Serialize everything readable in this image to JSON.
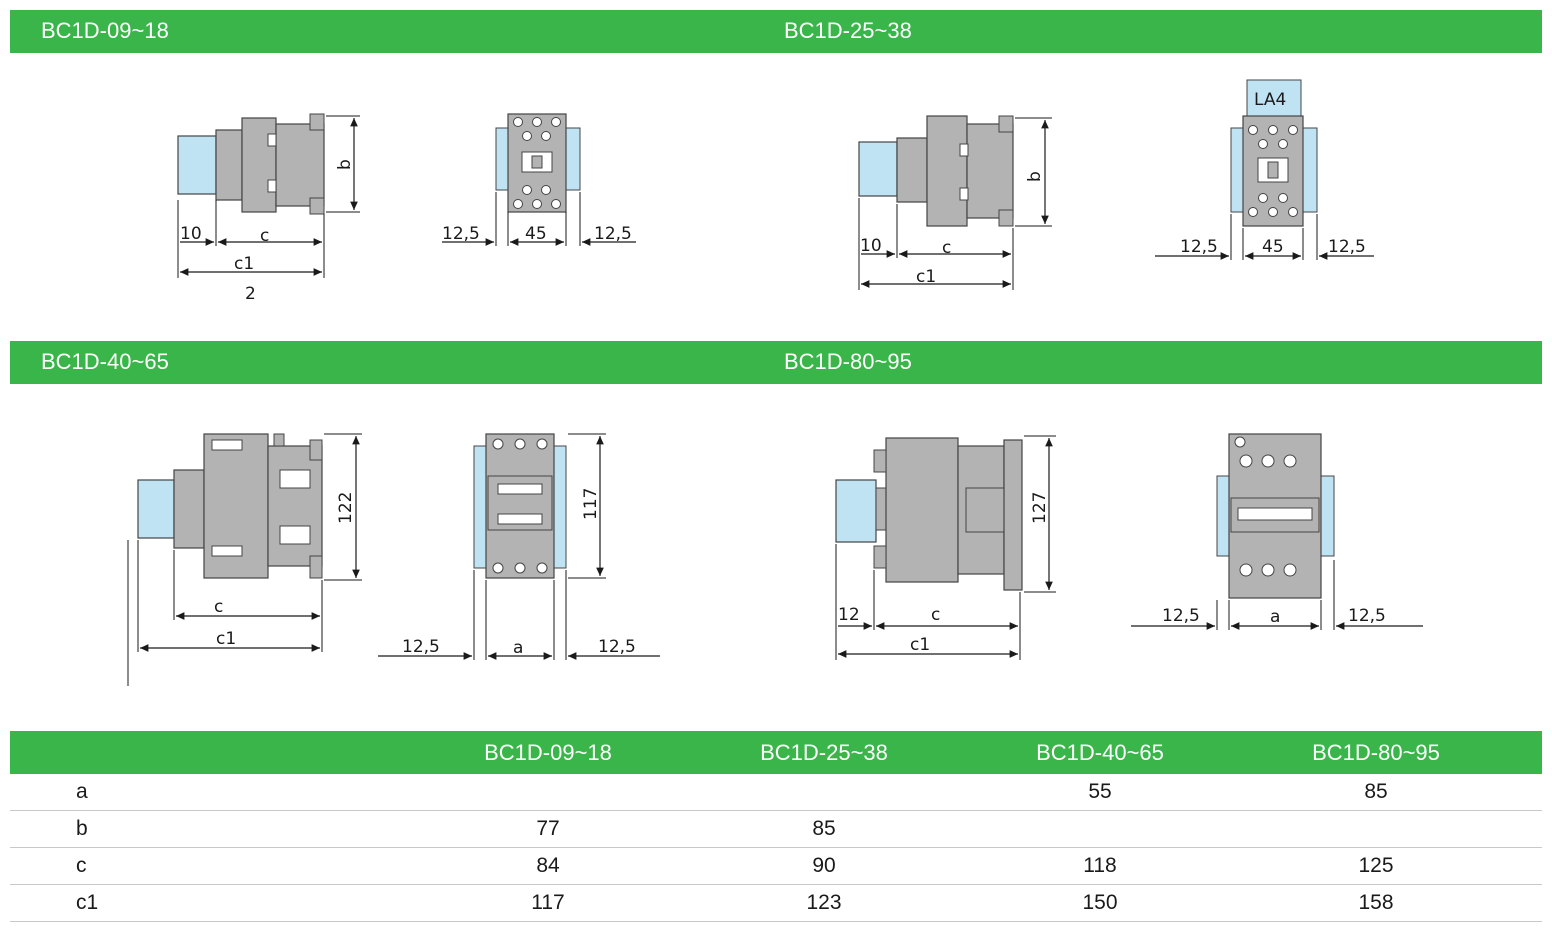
{
  "sections": [
    {
      "left": "BC1D-09~18",
      "right": "BC1D-25~38"
    },
    {
      "left": "BC1D-40~65",
      "right": "BC1D-80~95"
    }
  ],
  "drawings": {
    "d1": {
      "d10": "10",
      "c": "c",
      "c1": "c1",
      "n2": "2",
      "b": "b"
    },
    "d2": {
      "l": "12,5",
      "w": "45",
      "r": "12,5"
    },
    "d3": {
      "d10": "10",
      "c": "c",
      "c1": "c1",
      "b": "b"
    },
    "d4": {
      "tag": "LA4",
      "l": "12,5",
      "w": "45",
      "r": "12,5"
    },
    "d5": {
      "h": "122",
      "c": "c",
      "c1": "c1"
    },
    "d6": {
      "h": "117",
      "l": "12,5",
      "a": "a",
      "r": "12,5"
    },
    "d7": {
      "h": "127",
      "d12": "12",
      "c": "c",
      "c1": "c1"
    },
    "d8": {
      "l": "12,5",
      "a": "a",
      "r": "12,5"
    }
  },
  "table": {
    "headers": [
      "BC1D-09~18",
      "BC1D-25~38",
      "BC1D-40~65",
      "BC1D-80~95"
    ],
    "rows": [
      {
        "label": "a",
        "values": [
          "",
          "",
          "55",
          "85"
        ]
      },
      {
        "label": "b",
        "values": [
          "77",
          "85",
          "",
          ""
        ]
      },
      {
        "label": "c",
        "values": [
          "84",
          "90",
          "118",
          "125"
        ]
      },
      {
        "label": "c1",
        "values": [
          "117",
          "123",
          "150",
          "158"
        ]
      }
    ]
  },
  "colors": {
    "accent": "#3ab54a",
    "body": "#b3b3b3",
    "cover": "#c0e3f3",
    "line": "#1a1a1a"
  }
}
